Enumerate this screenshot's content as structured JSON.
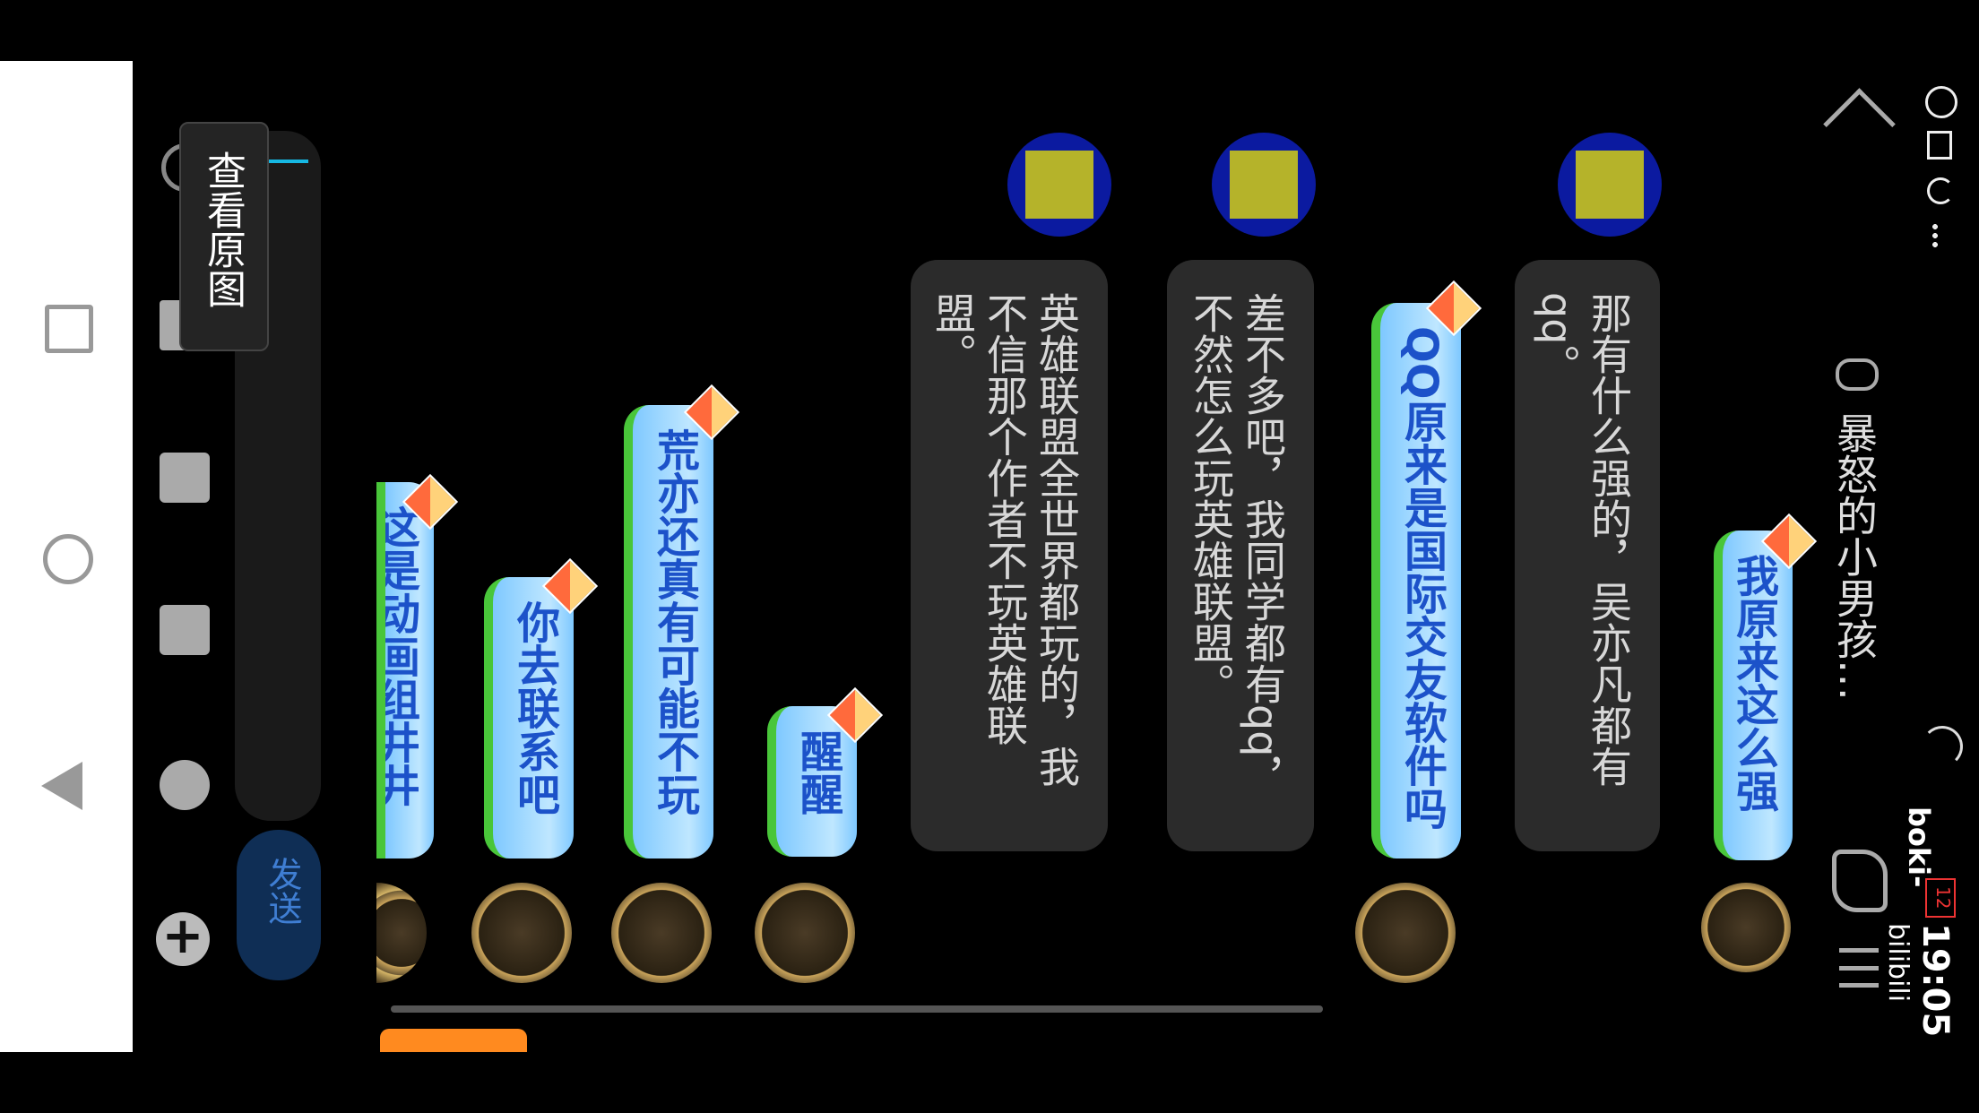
{
  "status": {
    "time": "19:05",
    "battery": "12",
    "carrier": "bilibili"
  },
  "header": {
    "title": "暴怒的小男孩…"
  },
  "view_original": "查看原图",
  "send_button": "发送",
  "watermark": "boki-",
  "messages_inner": [
    {
      "text": "那有什么强的，吴亦凡都有qq。"
    },
    {
      "text": "差不多吧，我同学都有qq，不然怎么玩英雄联盟。"
    },
    {
      "text": "英雄联盟全世界都玩的，我不信那个作者不玩英雄联盟。"
    }
  ],
  "messages_outer": [
    {
      "text": "我原来这么强"
    },
    {
      "text": "QQ原来是国际交友软件吗"
    },
    {
      "text": "醒醒"
    },
    {
      "text": "荒亦还真有可能不玩"
    },
    {
      "text": "你去联系吧"
    },
    {
      "text": "这是动画组井井"
    }
  ]
}
